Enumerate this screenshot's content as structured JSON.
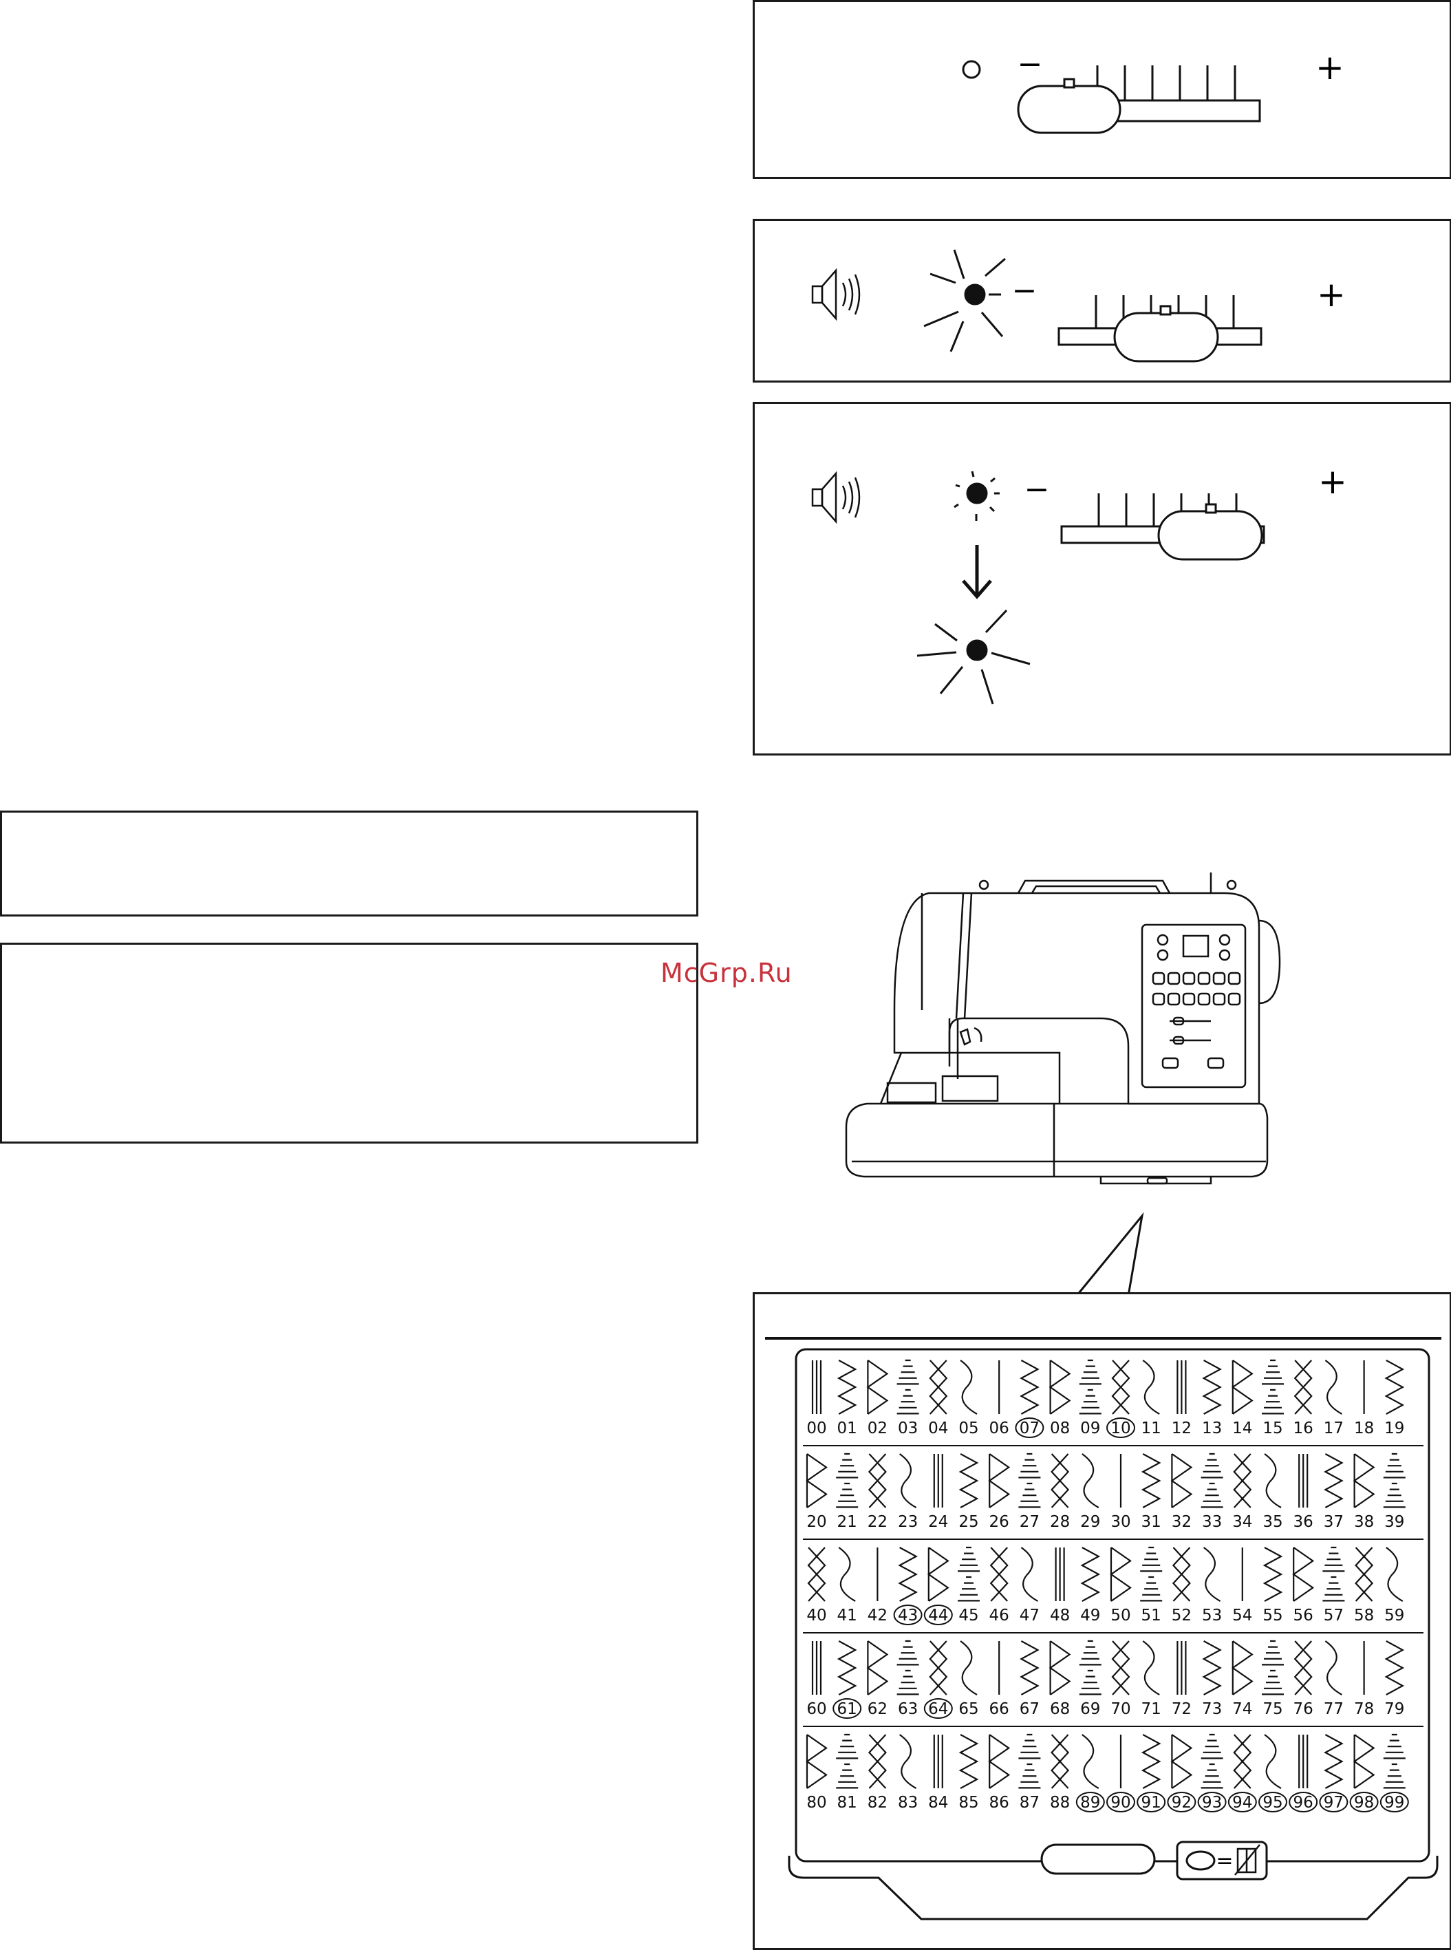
{
  "watermark": "McGrp.Ru",
  "panel_upper": {
    "plus_label": "+",
    "minus_label": "−",
    "circle_symbol": "○"
  },
  "panel_middle": {
    "plus_label": "+",
    "minus_label": "−"
  },
  "panel_lower": {
    "plus_label": "+",
    "minus_label": "−"
  },
  "stitch_chart": {
    "rows": [
      [
        "00",
        "01",
        "02",
        "03",
        "04",
        "05",
        "06",
        "07",
        "08",
        "09",
        "10",
        "11",
        "12",
        "13",
        "14",
        "15",
        "16",
        "17",
        "18",
        "19"
      ],
      [
        "20",
        "21",
        "22",
        "23",
        "24",
        "25",
        "26",
        "27",
        "28",
        "29",
        "30",
        "31",
        "32",
        "33",
        "34",
        "35",
        "36",
        "37",
        "38",
        "39"
      ],
      [
        "40",
        "41",
        "42",
        "43",
        "44",
        "45",
        "46",
        "47",
        "48",
        "49",
        "50",
        "51",
        "52",
        "53",
        "54",
        "55",
        "56",
        "57",
        "58",
        "59"
      ],
      [
        "60",
        "61",
        "62",
        "63",
        "64",
        "65",
        "66",
        "67",
        "68",
        "69",
        "70",
        "71",
        "72",
        "73",
        "74",
        "75",
        "76",
        "77",
        "78",
        "79"
      ],
      [
        "80",
        "81",
        "82",
        "83",
        "84",
        "85",
        "86",
        "87",
        "88",
        "89",
        "90",
        "91",
        "92",
        "93",
        "94",
        "95",
        "96",
        "97",
        "98",
        "99"
      ]
    ],
    "circled": [
      "07",
      "10",
      "43",
      "44",
      "61",
      "64",
      "89",
      "90",
      "91",
      "92",
      "93",
      "94",
      "95",
      "96",
      "97",
      "98",
      "99"
    ],
    "legend_equals": "="
  }
}
